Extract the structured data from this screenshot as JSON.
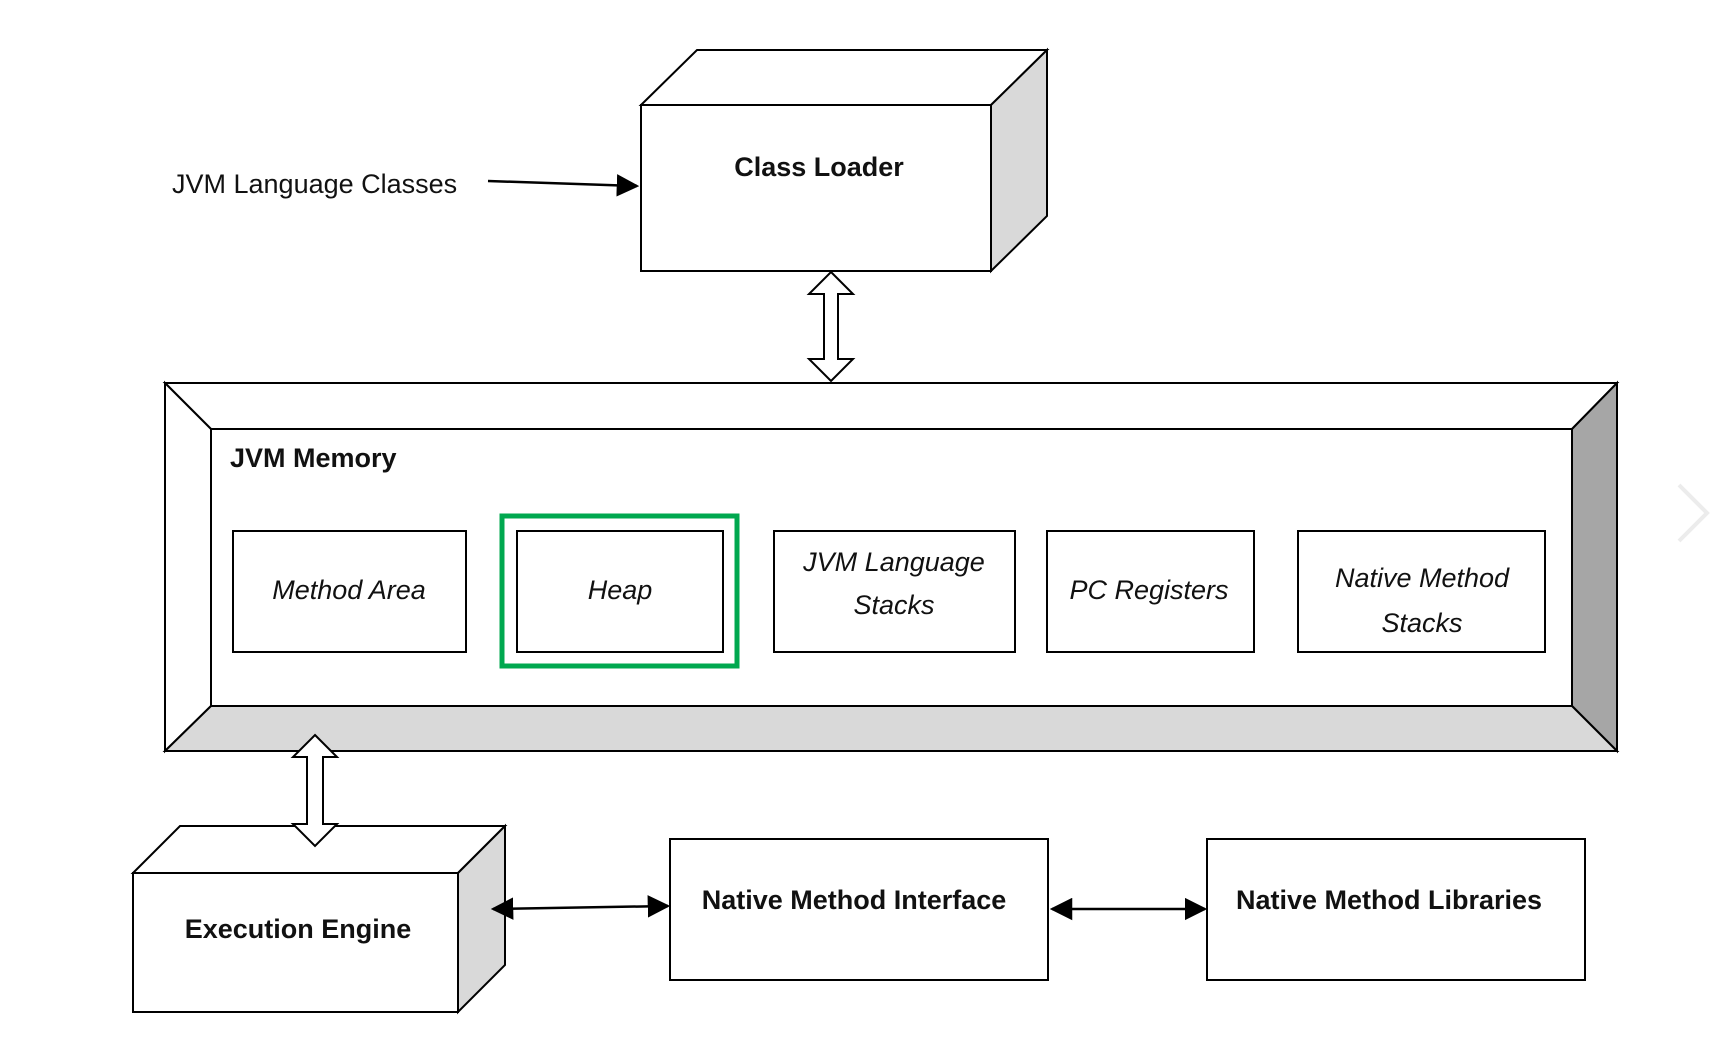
{
  "input_label": "JVM Language Classes",
  "class_loader": {
    "label": "Class Loader"
  },
  "jvm_memory": {
    "title": "JVM Memory",
    "areas": [
      {
        "lines": [
          "Method Area"
        ],
        "highlighted": false
      },
      {
        "lines": [
          "Heap"
        ],
        "highlighted": true
      },
      {
        "lines": [
          "JVM Language",
          "Stacks"
        ],
        "highlighted": false
      },
      {
        "lines": [
          "PC Registers"
        ],
        "highlighted": false
      },
      {
        "lines": [
          "Native Method",
          "Stacks"
        ],
        "highlighted": false
      }
    ]
  },
  "execution_engine": {
    "label": "Execution Engine"
  },
  "native_method_interface": {
    "label": "Native Method Interface"
  },
  "native_method_libraries": {
    "label": "Native Method Libraries"
  },
  "colors": {
    "highlight": "#00a84f",
    "bevel_light": "#d9d9d9",
    "bevel_dark": "#a6a6a6",
    "stroke": "#000000"
  }
}
